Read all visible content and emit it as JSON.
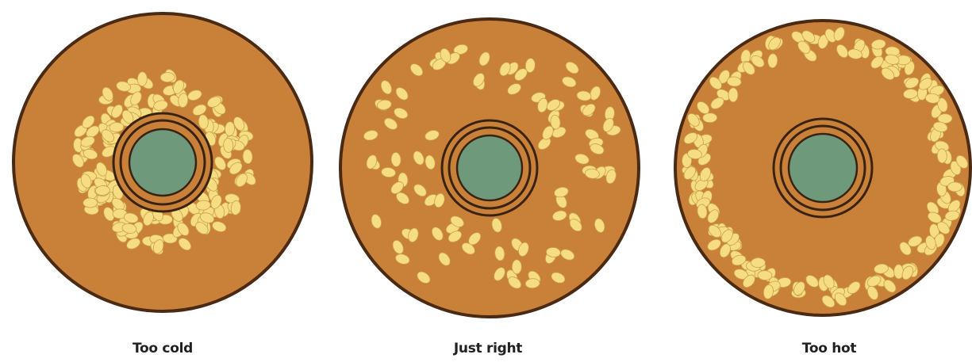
{
  "colors": {
    "dough": "#C9813A",
    "crust_outline": "#4A2A12",
    "seed": "#F7DD82",
    "seed_outline": "#C9A047",
    "hole": "#6E9A7B",
    "hole_ring": "#3A2210",
    "background": "#FFFFFF",
    "caption": "#222222"
  },
  "panels": [
    {
      "label": "Too cold",
      "seed_pattern": "clustered near center hole"
    },
    {
      "label": "Just right",
      "seed_pattern": "evenly distributed"
    },
    {
      "label": "Too hot",
      "seed_pattern": "pushed to outer edge"
    }
  ]
}
